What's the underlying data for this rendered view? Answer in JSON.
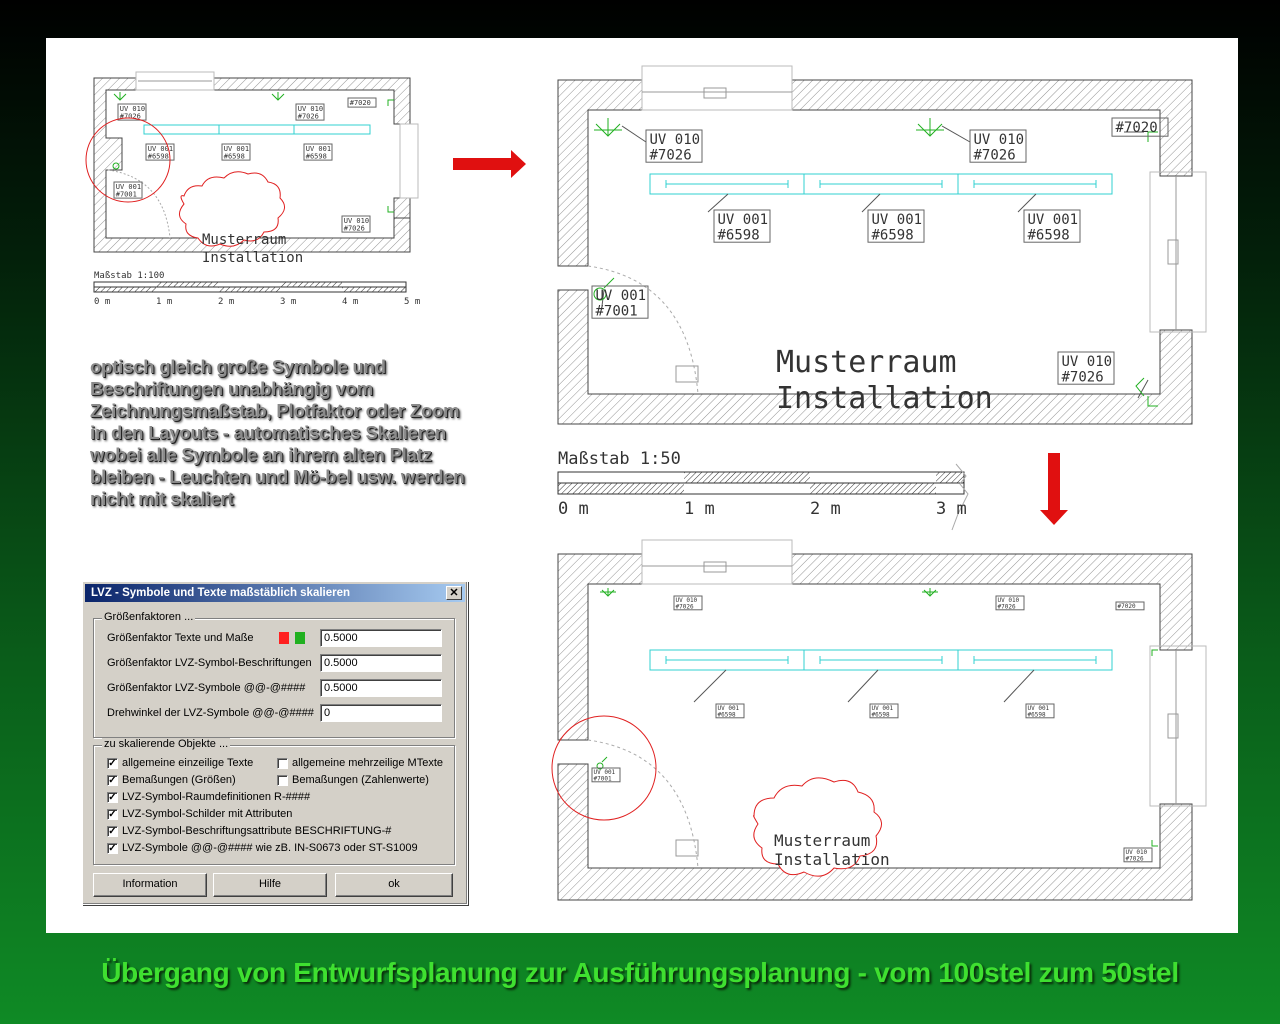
{
  "small_plan": {
    "labels": [
      {
        "l1": "UV 010",
        "l2": "#7026"
      },
      {
        "l1": "UV 010",
        "l2": "#7026"
      },
      {
        "l1": "",
        "l2": "#7020"
      },
      {
        "l1": "UV 001",
        "l2": "#6598"
      },
      {
        "l1": "UV 001",
        "l2": "#6598"
      },
      {
        "l1": "UV 001",
        "l2": "#6598"
      },
      {
        "l1": "UV 001",
        "l2": "#7001"
      },
      {
        "l1": "UV 010",
        "l2": "#7026"
      }
    ],
    "room_l1": "Musterraum",
    "room_l2": "Installation",
    "scale_title": "Maßstab 1:100",
    "ticks": [
      "0 m",
      "1 m",
      "2 m",
      "3 m",
      "4 m",
      "5 m"
    ]
  },
  "big_plan": {
    "labels": [
      {
        "l1": "UV 010",
        "l2": "#7026"
      },
      {
        "l1": "UV 010",
        "l2": "#7026"
      },
      {
        "l1": "",
        "l2": "#7020"
      },
      {
        "l1": "UV 001",
        "l2": "#6598"
      },
      {
        "l1": "UV 001",
        "l2": "#6598"
      },
      {
        "l1": "UV 001",
        "l2": "#6598"
      },
      {
        "l1": "UV 001",
        "l2": "#7001"
      },
      {
        "l1": "UV 010",
        "l2": "#7026"
      }
    ],
    "room_l1": "Musterraum",
    "room_l2": "Installation"
  },
  "scale50": {
    "title": "Maßstab 1:50",
    "ticks": [
      "0 m",
      "1 m",
      "2 m",
      "3 m"
    ]
  },
  "bottom_plan": {
    "labels": [
      {
        "l1": "UV 010",
        "l2": "#7026"
      },
      {
        "l1": "UV 010",
        "l2": "#7026"
      },
      {
        "l1": "",
        "l2": "#7020"
      },
      {
        "l1": "UV 001",
        "l2": "#6598"
      },
      {
        "l1": "UV 001",
        "l2": "#6598"
      },
      {
        "l1": "UV 001",
        "l2": "#6598"
      },
      {
        "l1": "UV 001",
        "l2": "#7001"
      },
      {
        "l1": "UV 010",
        "l2": "#7026"
      }
    ],
    "room_l1": "Musterraum",
    "room_l2": "Installation"
  },
  "description": "optisch gleich große Symbole und Beschriftungen unabhängig vom Zeichnungsmaßstab, Plotfaktor oder Zoom in den Layouts - automatisches Skalieren wobei alle Symbole an ihrem alten Platz bleiben - Leuchten und Mö-bel usw. werden nicht mit skaliert",
  "dialog": {
    "title": "LVZ - Symbole und Texte maßstäblich skalieren",
    "close": "✕",
    "group1": "Größenfaktoren ...",
    "rows": [
      {
        "label": "Größenfaktor Texte und Maße",
        "value": "0.5000"
      },
      {
        "label": "Größenfaktor LVZ-Symbol-Beschriftungen",
        "value": "0.5000"
      },
      {
        "label": "Größenfaktor LVZ-Symbole @@-@####",
        "value": "0.5000"
      },
      {
        "label": "Drehwinkel der LVZ-Symbole @@-@####",
        "value": "0"
      }
    ],
    "swatch_colors": [
      "#ff2020",
      "#20b020"
    ],
    "group2": "zu skalierende Objekte ...",
    "checks": [
      {
        "label": "allgemeine einzeilige Texte",
        "checked": true
      },
      {
        "label": "allgemeine mehrzeilige MTexte",
        "checked": false
      },
      {
        "label": "Bemaßungen (Größen)",
        "checked": true
      },
      {
        "label": "Bemaßungen (Zahlenwerte)",
        "checked": false
      },
      {
        "label": "LVZ-Symbol-Raumdefinitionen R-####",
        "checked": true
      },
      {
        "label": "LVZ-Symbol-Schilder mit Attributen",
        "checked": true
      },
      {
        "label": "LVZ-Symbol-Beschriftungsattribute BESCHRIFTUNG-#",
        "checked": true
      },
      {
        "label": "LVZ-Symbole @@-@#### wie zB. IN-S0673 oder ST-S1009",
        "checked": true
      }
    ],
    "buttons": {
      "info": "Information",
      "help": "Hilfe",
      "ok": "ok"
    }
  },
  "footer": "Übergang von Entwurfsplanung zur Ausführungsplanung - vom 100stel zum 50stel",
  "colors": {
    "arrow": "#e01010",
    "luminaire": "#30d0d0",
    "symbol": "#20b020",
    "cloud": "#e02020"
  }
}
